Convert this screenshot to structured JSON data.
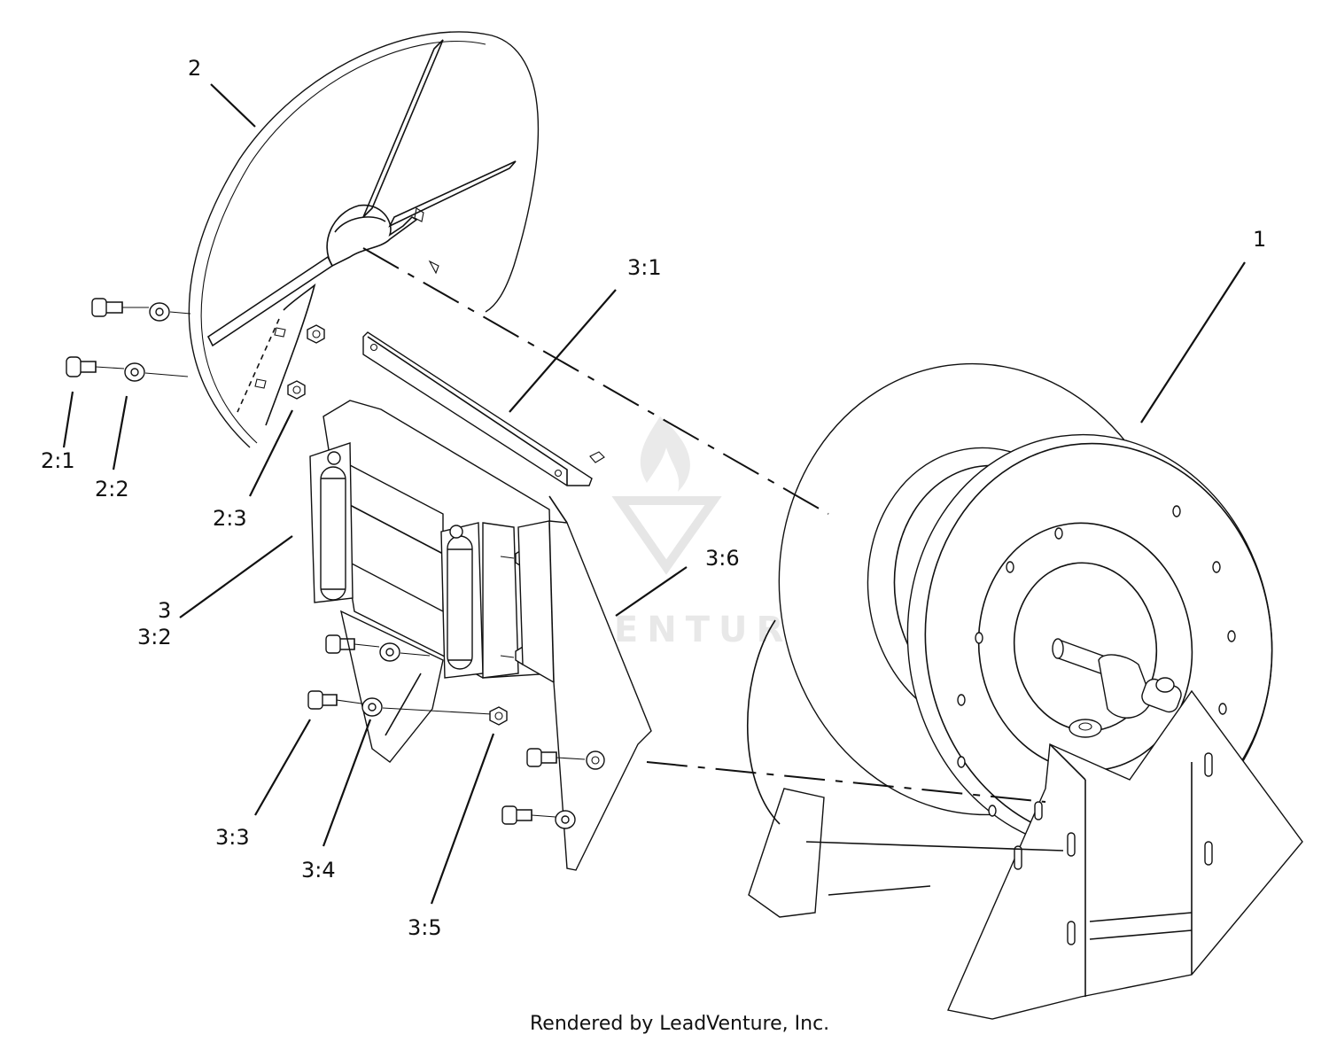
{
  "labels": {
    "p1": "1",
    "p2": "2",
    "p2_1": "2:1",
    "p2_2": "2:2",
    "p2_3": "2:3",
    "p3": "3",
    "p3_1": "3:1",
    "p3_2": "3:2",
    "p3_3": "3:3",
    "p3_4": "3:4",
    "p3_5": "3:5",
    "p3_6": "3:6"
  },
  "watermark": "LEADVENTURE",
  "footer": "Rendered by LeadVenture, Inc."
}
